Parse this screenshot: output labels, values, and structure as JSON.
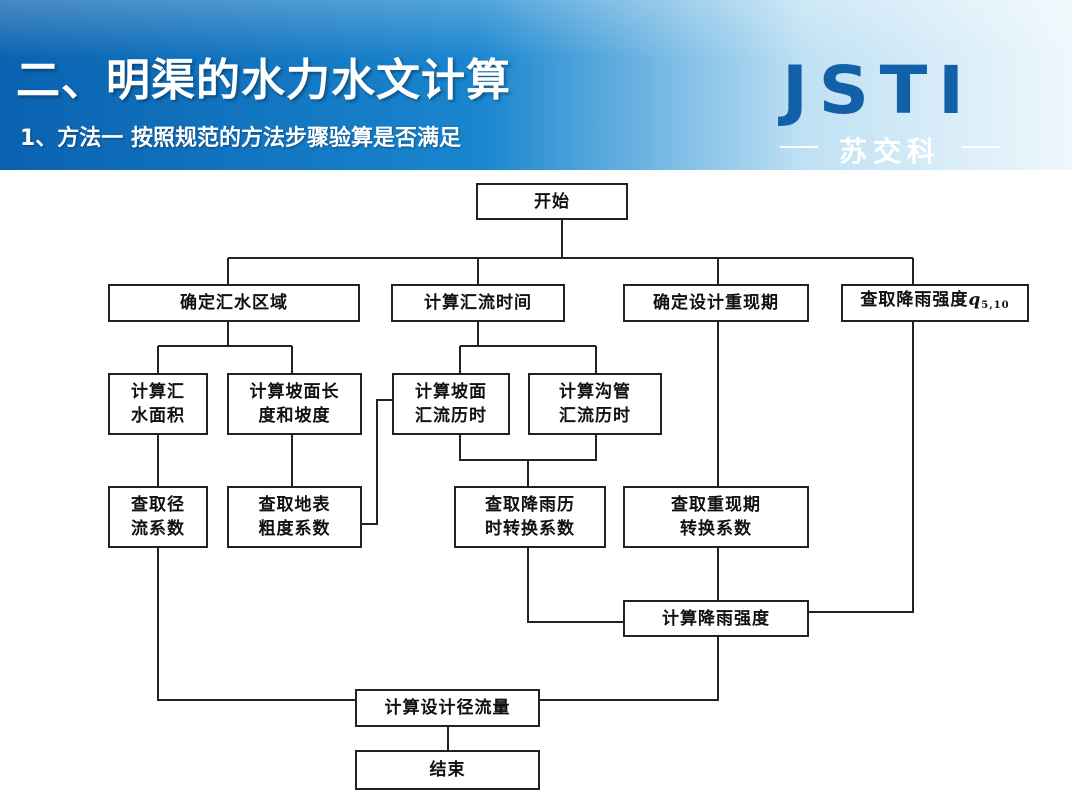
{
  "slide": {
    "title": "二、明渠的水力水文计算",
    "subtitle": "1、方法一    按照规范的方法步骤验算是否满足"
  },
  "logo": {
    "letters": "JSTI",
    "cn": "苏交科"
  },
  "flowchart": {
    "start": "开始",
    "catchment": "确定汇水区域",
    "concentration_time": "计算汇流时间",
    "return_period": "确定设计重现期",
    "rain_intensity_lookup": {
      "text": "查取降雨强度",
      "symbol": "q",
      "subscript": "5,10"
    },
    "catchment_area": [
      "计算汇",
      "水面积"
    ],
    "slope_length": [
      "计算坡面长",
      "度和坡度"
    ],
    "slope_flow_time": [
      "计算坡面",
      "汇流历时"
    ],
    "channel_flow_time": [
      "计算沟管",
      "汇流历时"
    ],
    "runoff_coef": [
      "查取径",
      "流系数"
    ],
    "roughness_coef": [
      "查取地表",
      "粗度系数"
    ],
    "duration_conversion": [
      "查取降雨历",
      "时转换系数"
    ],
    "return_period_conversion": [
      "查取重现期",
      "转换系数"
    ],
    "rain_intensity_calc": "计算降雨强度",
    "design_flow": "计算设计径流量",
    "end": "结束"
  },
  "colors": {
    "header_blue": "#0a62b0",
    "logo_blue": "#1260a8",
    "line": "#222222"
  }
}
